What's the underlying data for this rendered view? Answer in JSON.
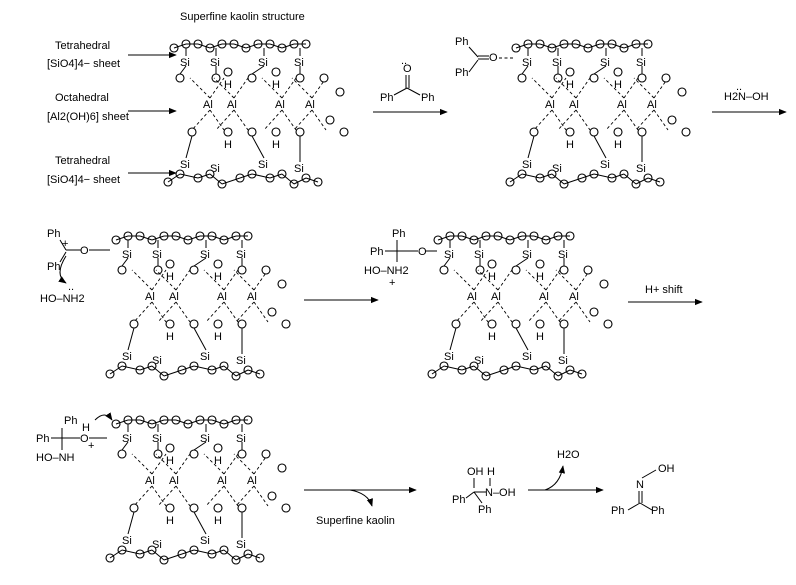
{
  "scheme": {
    "title": "Superfine kaolin structure",
    "labels": {
      "tetra_top_1": "Tetrahedral",
      "tetra_top_2": "[SiO4]4− sheet",
      "octa_1": "Octahedral",
      "octa_2": "[Al2(OH)6] sheet",
      "tetra_bot_1": "Tetrahedral",
      "tetra_bot_2": "[SiO4]4− sheet"
    },
    "reagents": {
      "benzophenone_ph_left": "Ph",
      "benzophenone_ph_right": "Ph",
      "hydroxylamine": "H2N–OH",
      "h_shift": "H+ shift",
      "release": "Superfine kaolin",
      "water": "H2O"
    },
    "atoms": {
      "si": "Si",
      "al": "Al",
      "o": "O",
      "h": "H",
      "ph": "Ph"
    },
    "fragments": {
      "s1_ph_top": "Ph",
      "s1_ph_bot": "Ph",
      "s1_oxygen": "O",
      "s2_ph": "Ph",
      "s2_ph_bot": "Ph",
      "s2_amine": "HO–NH2",
      "s3_ph": "Ph",
      "s3_ph_left": "Ph",
      "s3_oh": "HO–NH2",
      "s3_plus": "+",
      "s4_ph": "Ph",
      "s4_ph_left": "Ph",
      "s4_h": "H",
      "s4_o": "O",
      "s4_plus": "+",
      "s4_honh": "HO–NH",
      "p1_oh": "OH",
      "p1_h": "H",
      "p1_n_oh": "N–OH",
      "p1_ph_left": "Ph",
      "p1_ph_right": "Ph",
      "p2_oh": "OH",
      "p2_n": "N",
      "p2_ph_left": "Ph",
      "p2_ph_right": "Ph"
    }
  }
}
